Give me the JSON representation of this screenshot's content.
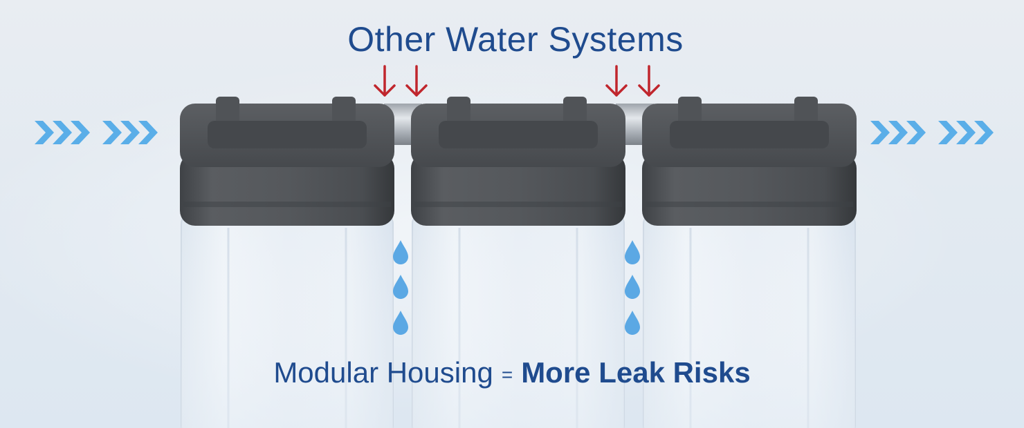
{
  "title": "Other Water Systems",
  "caption": {
    "part1": "Modular Housing",
    "equals": "=",
    "part2": "More Leak Risks"
  },
  "colors": {
    "title_text": "#1f4b8e",
    "red_arrows": "#c0262d",
    "blue_flow_arrows": "#5aaee8",
    "water_drops": "#5ba8e4",
    "cap_dark": "#4f5256"
  },
  "icons": [
    "flow-chevrons-icon",
    "down-arrow-icon",
    "water-drop-icon"
  ]
}
